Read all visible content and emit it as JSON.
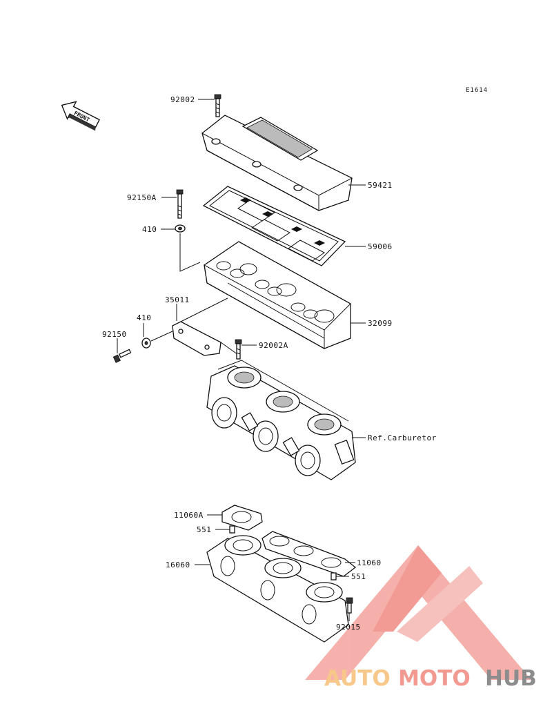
{
  "diagram_code": "E1614",
  "front_arrow_label": "FRONT",
  "labels": {
    "p92002": "92002",
    "p59421": "59421",
    "p92150A": "92150A",
    "p410a": "410",
    "p59006": "59006",
    "p35011": "35011",
    "p410b": "410",
    "p92150": "92150",
    "p32099": "32099",
    "p92002A": "92002A",
    "carb": "Ref.Carburetor",
    "p11060A": "11060A",
    "p551a": "551",
    "p16060": "16060",
    "p11060": "11060",
    "p551b": "551",
    "p92015": "92015"
  },
  "watermark": {
    "part1": "AUTO",
    "part2": "MOTO",
    "part3": "HUB",
    "color_auto": "#f7c88a",
    "color_moto": "#f29a92",
    "color_hub": "#8c8c8c"
  }
}
